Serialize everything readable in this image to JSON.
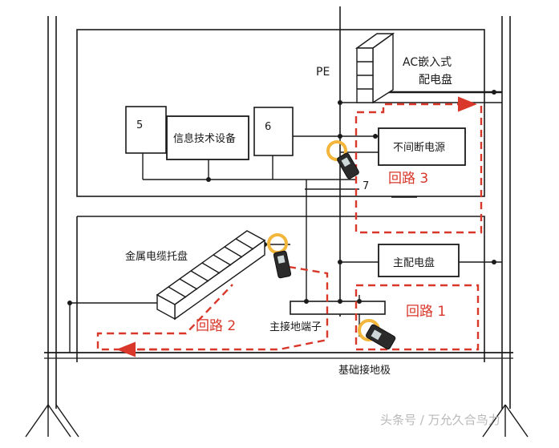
{
  "labels": {
    "pe": "PE",
    "ac_panel_line1": "AC嵌入式",
    "ac_panel_line2": "配电盘",
    "box5": "5",
    "it_equipment": "信息技术设备",
    "box6": "6",
    "ups": "不间断电源",
    "node7": "7",
    "cable_tray": "金属电缆托盘",
    "main_panel": "主配电盘",
    "main_ground_terminal": "主接地端子",
    "foundation_ground": "基础接地极"
  },
  "loops": {
    "loop1": "回路 1",
    "loop2": "回路 2",
    "loop3": "回路 3"
  },
  "watermark": "头条号 / 万允久合鸟力",
  "colors": {
    "line": "#1a1a1a",
    "loop": "#d8372a",
    "clamp_ring": "#f2b63a",
    "background": "#ffffff",
    "watermark": "#b9b9b9"
  },
  "icons": [
    "clamp-meter-icon",
    "cable-tray-icon",
    "ac-panel-icon",
    "ground-tripod-icon"
  ]
}
